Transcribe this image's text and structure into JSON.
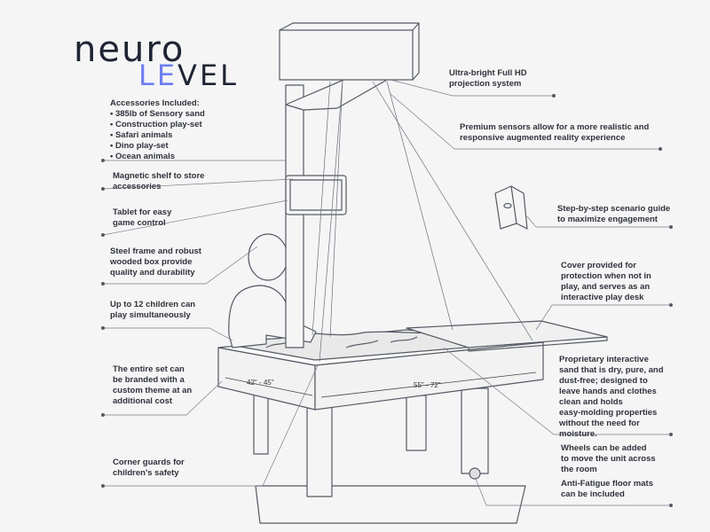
{
  "logo": {
    "line1": "neuro",
    "line2_accent": "LE",
    "line2_rest": "VEL"
  },
  "dimensions": {
    "width": "42\" - 45\"",
    "length": "55\" - 72\""
  },
  "callouts": {
    "accessories": [
      "Accessories Included:",
      "• 385lb of Sensory sand",
      "• Construction play-set",
      "• Safari animals",
      "• Dino play-set",
      "• Ocean animals"
    ],
    "shelf": [
      "Magnetic shelf to store",
      "accessories"
    ],
    "tablet": [
      "Tablet for easy",
      "game control"
    ],
    "frame": [
      "Steel frame and robust",
      "wooded box provide",
      "quality and durability"
    ],
    "children": [
      "Up to 12 children can",
      "play simultaneously"
    ],
    "branding": [
      "The entire set can",
      "be branded with a",
      "custom theme at an",
      "additional cost"
    ],
    "corner": [
      "Corner guards for",
      "children's safety"
    ],
    "projection": [
      "Ultra-bright Full HD",
      "projection system"
    ],
    "sensors": [
      "Premium sensors allow for a more realistic and",
      "responsive augmented reality experience"
    ],
    "guide": [
      "Step-by-step scenario guide",
      "to maximize engagement"
    ],
    "cover": [
      "Cover provided for",
      "protection when not in",
      "play, and serves as an",
      "interactive play desk"
    ],
    "sand": [
      "Proprietary interactive",
      "sand that is dry, pure, and",
      "dust-free; designed to",
      "leave hands and clothes",
      "clean and holds",
      "easy-molding properties",
      "without the need for",
      "moisture."
    ],
    "wheels": [
      "Wheels can be added",
      "to move the unit across",
      "the room"
    ],
    "mats": [
      "Anti-Fatigue floor mats",
      "can be included"
    ]
  },
  "colors": {
    "logo_dark": "#1f2433",
    "logo_accent": "#6d7ff0",
    "line": "#555a63"
  }
}
